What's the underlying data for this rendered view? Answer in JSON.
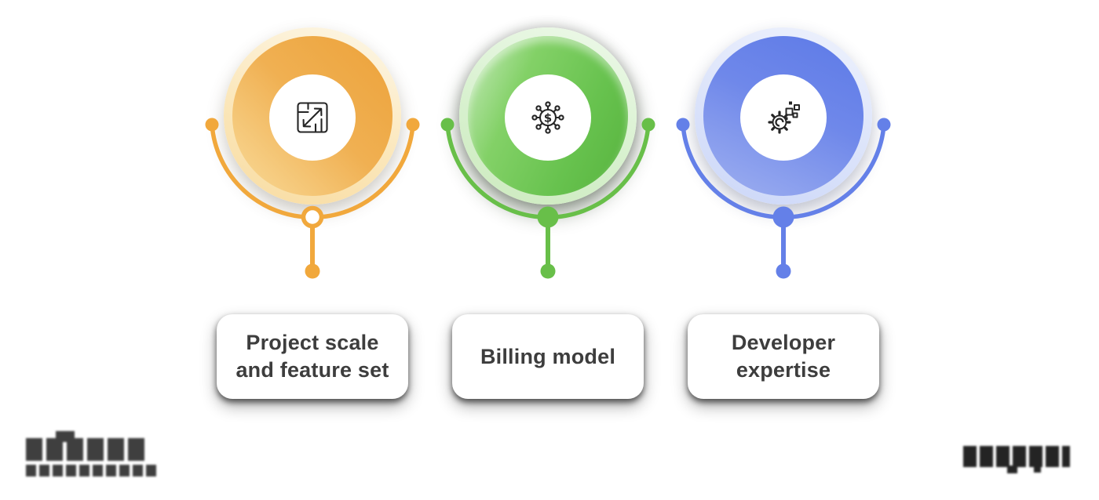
{
  "background": "#ffffff",
  "factors": [
    {
      "label": "Project scale and feature set",
      "icon": "scale-expand-icon",
      "accent_color": "#F1A83C",
      "circle_gradient": [
        "#ECA23A",
        "#F9DC9B"
      ],
      "arc_node_style": "ring"
    },
    {
      "label": "Billing model",
      "icon": "dollar-network-icon",
      "accent_color": "#68BF49",
      "circle_gradient": [
        "#C9ECBF",
        "#57B33E"
      ],
      "arc_node_style": "solid"
    },
    {
      "label": "Developer expertise",
      "icon": "gear-pixels-icon",
      "accent_color": "#6480E8",
      "circle_gradient": [
        "#5D7AE7",
        "#9FB0F0"
      ],
      "arc_node_style": "solid"
    }
  ],
  "label_text_color": "#3D3D3D",
  "footer": {
    "brand_logo": "dark two-line brand wordmark (illegible in source image)",
    "watermark": "dark single-line wordmark (illegible in source image)"
  }
}
